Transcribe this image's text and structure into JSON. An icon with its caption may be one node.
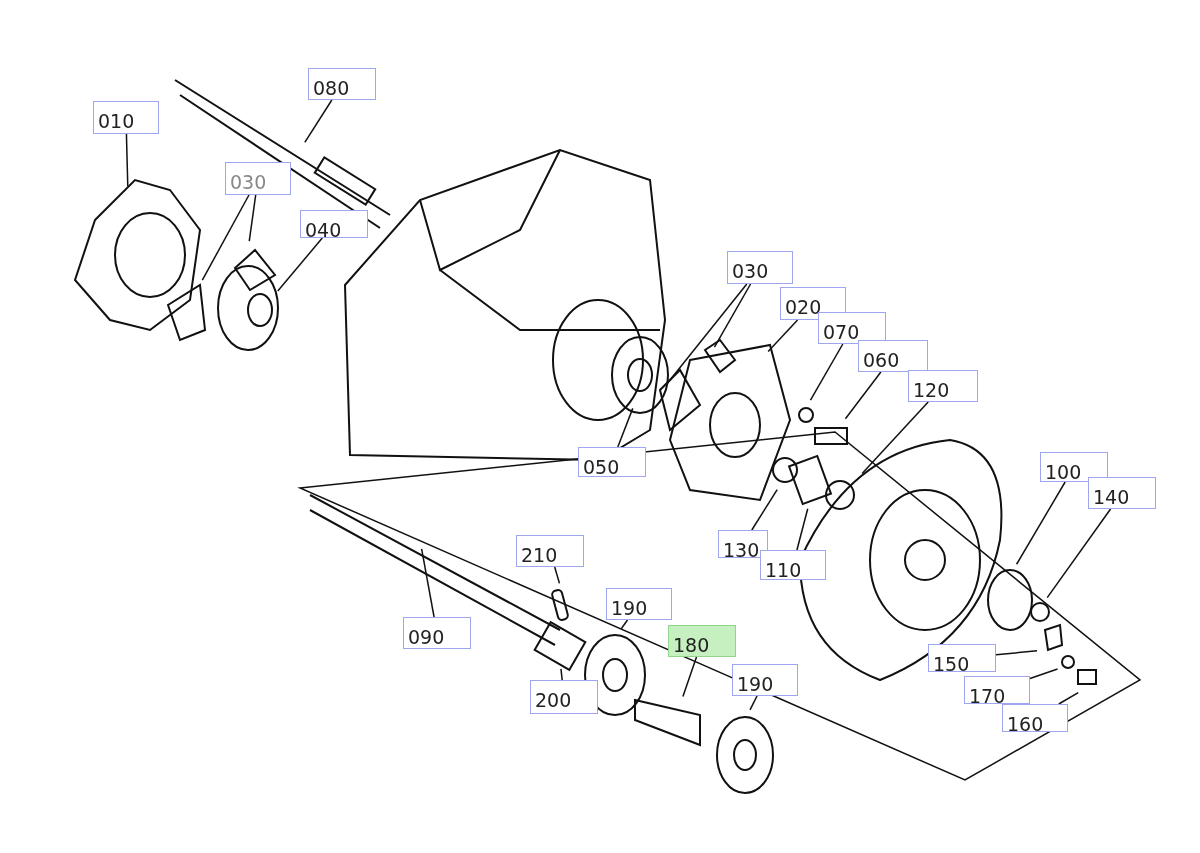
{
  "diagram": {
    "nodes": [
      {
        "text": [
          "080"
        ]
      },
      {
        "text": [
          "010"
        ]
      },
      {
        "text": [
          "030"
        ]
      },
      {
        "text": [
          "040"
        ]
      },
      {
        "text": [
          "030"
        ]
      },
      {
        "text": [
          "020"
        ]
      },
      {
        "text": [
          "070"
        ]
      },
      {
        "text": [
          "060"
        ]
      },
      {
        "text": [
          "120"
        ]
      },
      {
        "text": [
          "050"
        ]
      },
      {
        "text": [
          "130"
        ]
      },
      {
        "text": [
          "110"
        ]
      },
      {
        "text": [
          "100"
        ]
      },
      {
        "text": [
          "140"
        ]
      },
      {
        "text": [
          "210"
        ]
      },
      {
        "text": [
          "190"
        ]
      },
      {
        "text": [
          "090"
        ]
      },
      {
        "text": [
          "180"
        ]
      },
      {
        "text": [
          "200"
        ]
      },
      {
        "text": [
          "190"
        ]
      },
      {
        "text": [
          "150"
        ]
      },
      {
        "text": [
          "170"
        ]
      },
      {
        "text": [
          "160"
        ]
      }
    ],
    "edges": [
      {
        "from": 0,
        "to": null,
        "arrow": "none"
      },
      {
        "from": 1,
        "to": null,
        "arrow": "none"
      },
      {
        "from": 2,
        "to": null,
        "arrow": "none"
      },
      {
        "from": 2,
        "to": null,
        "arrow": "none"
      },
      {
        "from": 3,
        "to": null,
        "arrow": "none"
      },
      {
        "from": 4,
        "to": null,
        "arrow": "none"
      },
      {
        "from": 4,
        "to": null,
        "arrow": "none"
      },
      {
        "from": 5,
        "to": null,
        "arrow": "none"
      },
      {
        "from": 6,
        "to": null,
        "arrow": "none"
      },
      {
        "from": 7,
        "to": null,
        "arrow": "none"
      },
      {
        "from": 8,
        "to": null,
        "arrow": "none"
      },
      {
        "from": 9,
        "to": null,
        "arrow": "none"
      },
      {
        "from": 10,
        "to": null,
        "arrow": "none"
      },
      {
        "from": 11,
        "to": null,
        "arrow": "none"
      },
      {
        "from": 12,
        "to": null,
        "arrow": "none"
      },
      {
        "from": 13,
        "to": null,
        "arrow": "none"
      },
      {
        "from": 14,
        "to": null,
        "arrow": "none"
      },
      {
        "from": 15,
        "to": null,
        "arrow": "none"
      },
      {
        "from": 16,
        "to": null,
        "arrow": "none"
      },
      {
        "from": 17,
        "to": null,
        "arrow": "none"
      },
      {
        "from": 18,
        "to": null,
        "arrow": "none"
      },
      {
        "from": 19,
        "to": null,
        "arrow": "none"
      },
      {
        "from": 20,
        "to": null,
        "arrow": "none"
      },
      {
        "from": 21,
        "to": null,
        "arrow": "none"
      },
      {
        "from": 22,
        "to": null,
        "arrow": "none"
      }
    ]
  }
}
